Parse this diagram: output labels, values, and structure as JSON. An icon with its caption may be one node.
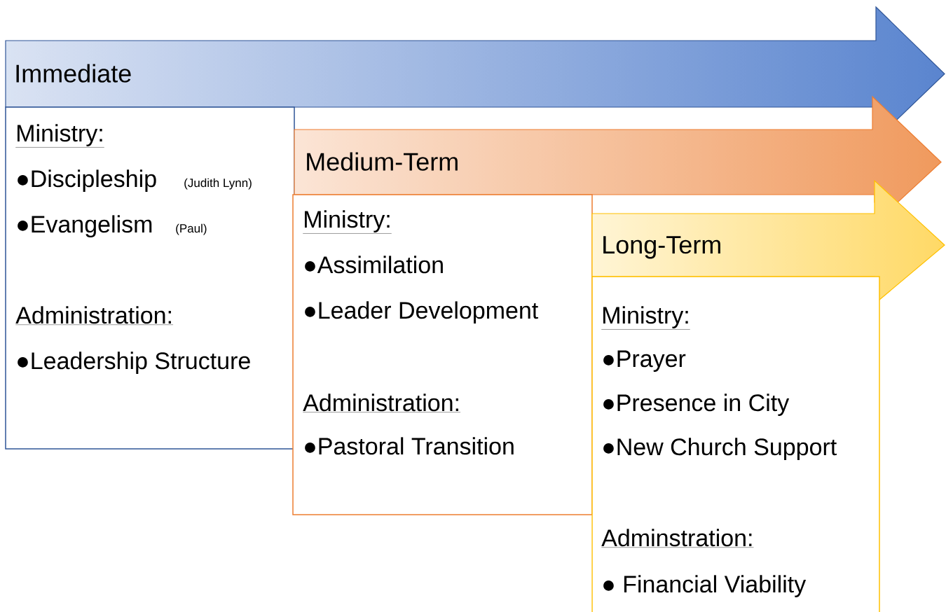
{
  "diagram": {
    "nodes": [
      {
        "text": [
          "Immediate"
        ]
      },
      {
        "text": [
          "Ministry:",
          "●Discipleship",
          "(Judith Lynn)",
          "●Evangelism",
          "(Paul)",
          "Administration:",
          "●Leadership Structure"
        ]
      },
      {
        "text": [
          "Medium-Term"
        ]
      },
      {
        "text": [
          "Ministry:",
          "●Assimilation",
          "●Leader Development",
          "Administration:",
          "●Pastoral Transition"
        ]
      },
      {
        "text": [
          "Long-Term"
        ]
      },
      {
        "text": [
          "Ministry:",
          "●Prayer",
          "●Presence in City",
          "●New Church Support",
          "Adminstration:",
          "● Financial Viability"
        ]
      }
    ]
  }
}
